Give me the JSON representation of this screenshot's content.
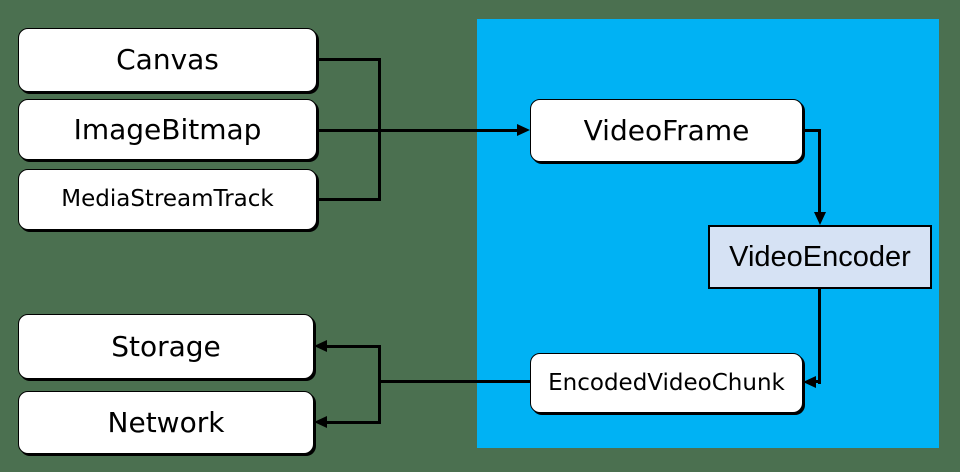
{
  "diagram": {
    "colors": {
      "background": "#4b7050",
      "region": "#00b2f4",
      "node_fill": "#ffffff",
      "node_border": "#000000",
      "encoder_fill": "#d6e2f4",
      "connector": "#000000",
      "text": "#000000"
    },
    "sources": [
      {
        "id": "canvas",
        "label": "Canvas"
      },
      {
        "id": "image-bitmap",
        "label": "ImageBitmap"
      },
      {
        "id": "media-stream-track",
        "label": "MediaStreamTrack"
      }
    ],
    "webcodecs": [
      {
        "id": "video-frame",
        "label": "VideoFrame"
      },
      {
        "id": "video-encoder",
        "label": "VideoEncoder"
      },
      {
        "id": "encoded-video-chunk",
        "label": "EncodedVideoChunk"
      }
    ],
    "sinks": [
      {
        "id": "storage",
        "label": "Storage"
      },
      {
        "id": "network",
        "label": "Network"
      }
    ],
    "edges": [
      {
        "from": "Canvas",
        "to": "VideoFrame"
      },
      {
        "from": "ImageBitmap",
        "to": "VideoFrame"
      },
      {
        "from": "MediaStreamTrack",
        "to": "VideoFrame"
      },
      {
        "from": "VideoFrame",
        "to": "VideoEncoder"
      },
      {
        "from": "VideoEncoder",
        "to": "EncodedVideoChunk"
      },
      {
        "from": "EncodedVideoChunk",
        "to": "Storage"
      },
      {
        "from": "EncodedVideoChunk",
        "to": "Network"
      }
    ]
  }
}
